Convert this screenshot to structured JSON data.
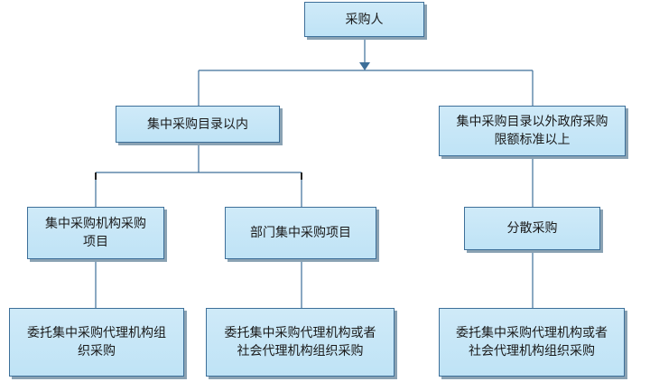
{
  "nodes": {
    "root": "采购人",
    "centralized_within_catalog": "集中采购目录以内",
    "outside_catalog_above_threshold": "集中采购目录以外政府采购\n限额标准以上",
    "centralized_agency_project": "集中采购机构采购\n项目",
    "departmental_centralized_project": "部门集中采购项目",
    "decentralized_procurement": "分散采购",
    "entrust_centralized_agency": "委托集中采购代理机构组\n织采购",
    "entrust_agency_or_social_agency_1": "委托集中采购代理机构或者\n社会代理机构组织采购",
    "entrust_agency_or_social_agency_2": "委托集中采购代理机构或者\n社会代理机构组织采购"
  },
  "colors": {
    "box_fill_top": "#cfeaf8",
    "box_fill_bottom": "#bfe3f6",
    "box_border": "#3d6f99",
    "connector": "#3d6f99",
    "shadow": "#8aa2b3"
  }
}
